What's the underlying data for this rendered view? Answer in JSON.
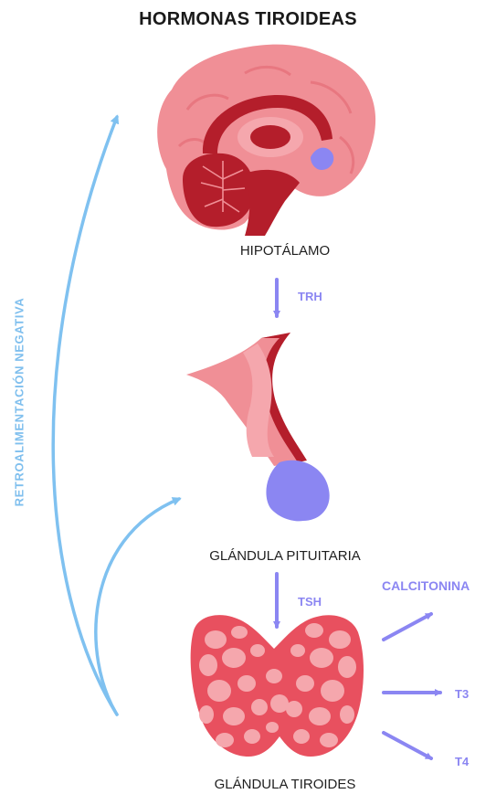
{
  "title": "HORMONAS TIROIDEAS",
  "organs": {
    "hypothalamus": "HIPOTÁLAMO",
    "pituitary": "GLÁNDULA PITUITARIA",
    "thyroid": "GLÁNDULA TIROIDES"
  },
  "hormones": {
    "trh": "TRH",
    "tsh": "TSH",
    "calcitonin": "CALCITONINA",
    "t3": "T3",
    "t4": "T4"
  },
  "feedback_label": "RETROALIMENTACIÓN NEGATIVA",
  "colors": {
    "brain": "#f08f96",
    "dark_red": "#b41e2b",
    "thyroid": "#e8505f",
    "thyroid_cells": "#f5a7ad",
    "gland_blue": "#8b86f2",
    "arrow_purple": "#8b86f2",
    "feedback_blue": "#7fc1f0"
  }
}
